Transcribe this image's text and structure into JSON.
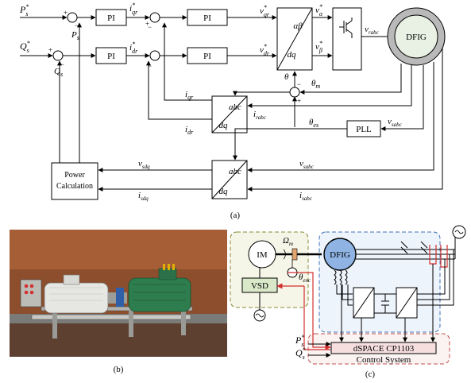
{
  "panel_a": {
    "caption": "(a)",
    "blocks": {
      "pi1": "PI",
      "pi2": "PI",
      "pi3": "PI",
      "pi4": "PI",
      "ab_top": "αβ",
      "dq_top": "dq",
      "abc_mid": "abc",
      "dq_mid": "dq",
      "abc_low": "abc",
      "dq_low": "dq",
      "pll": "PLL",
      "dfig": "DFIG",
      "power_line1": "Power",
      "power_line2": "Calculation"
    },
    "signals": {
      "ps_ref": "P",
      "ps_ref_sup": "*",
      "ps_ref_sub": "s",
      "ps": "P",
      "ps_sub": "s",
      "qs_ref": "Q",
      "qs_ref_sup": "*",
      "qs_ref_sub": "s",
      "qs": "Q",
      "qs_sub": "s",
      "iqr_ref": "i",
      "iqr_ref_sub": "qr",
      "iqr_ref_sup": "*",
      "idr_ref": "i",
      "idr_ref_sub": "dr",
      "idr_ref_sup": "*",
      "vqr": "v",
      "vqr_sub": "qr",
      "vqr_sup": "*",
      "vdr": "v",
      "vdr_sub": "dr",
      "vdr_sup": "*",
      "valpha": "v",
      "valpha_sub": "α",
      "valpha_sup": "*",
      "vbeta": "v",
      "vbeta_sub": "β",
      "vbeta_sup": "*",
      "vrabc": "v",
      "vrabc_sub": "rabc",
      "theta": "θ",
      "theta_m": "θ",
      "theta_m_sub": "m",
      "theta_es": "θ",
      "theta_es_sub": "es",
      "iqr": "i",
      "iqr_sub": "qr",
      "idr": "i",
      "idr_sub": "dr",
      "irabc": "i",
      "irabc_sub": "rabc",
      "vsabc_pll": "v",
      "vsabc_pll_sub": "sabc",
      "vsabc": "v",
      "vsabc_sub": "sabc",
      "isabc": "i",
      "isabc_sub": "sabc",
      "vsdq": "v",
      "vsdq_sub": "sdq",
      "isdq": "i",
      "isdq_sub": "sdq"
    },
    "sum_signs": {
      "plus": "+",
      "minus": "−"
    }
  },
  "panel_b": {
    "caption": "(b)",
    "colors": {
      "wall": "#9a5630",
      "floor": "#6d4a32",
      "motor_white": "#e8e8e4",
      "generator_green": "#2e7d4f",
      "coupling_blue": "#2f5fa8"
    }
  },
  "panel_c": {
    "caption": "(c)",
    "im": "IM",
    "dfig": "DFIG",
    "vsd": "VSD",
    "omega": "Ω",
    "omega_sub": "m",
    "theta_enc": "θ",
    "theta_enc_sub": "enc",
    "dspace": "dSPACE CP1103",
    "control_system": "Control System",
    "ps_ref": "P",
    "ps_ref_sup": "*",
    "ps_ref_sub": "s",
    "qs_ref": "Q",
    "qs_ref_sup": "*",
    "qs_ref_sub": "s",
    "colors": {
      "left_box": "#8a8a3a",
      "dfig_box": "#3d6fb5",
      "control_box": "#c0504d",
      "dfig_fill": "#8fb4e3",
      "vsd_fill": "#d9e8c8",
      "dspace_fill": "#f6dede",
      "signal_red": "#d32f2f"
    }
  }
}
